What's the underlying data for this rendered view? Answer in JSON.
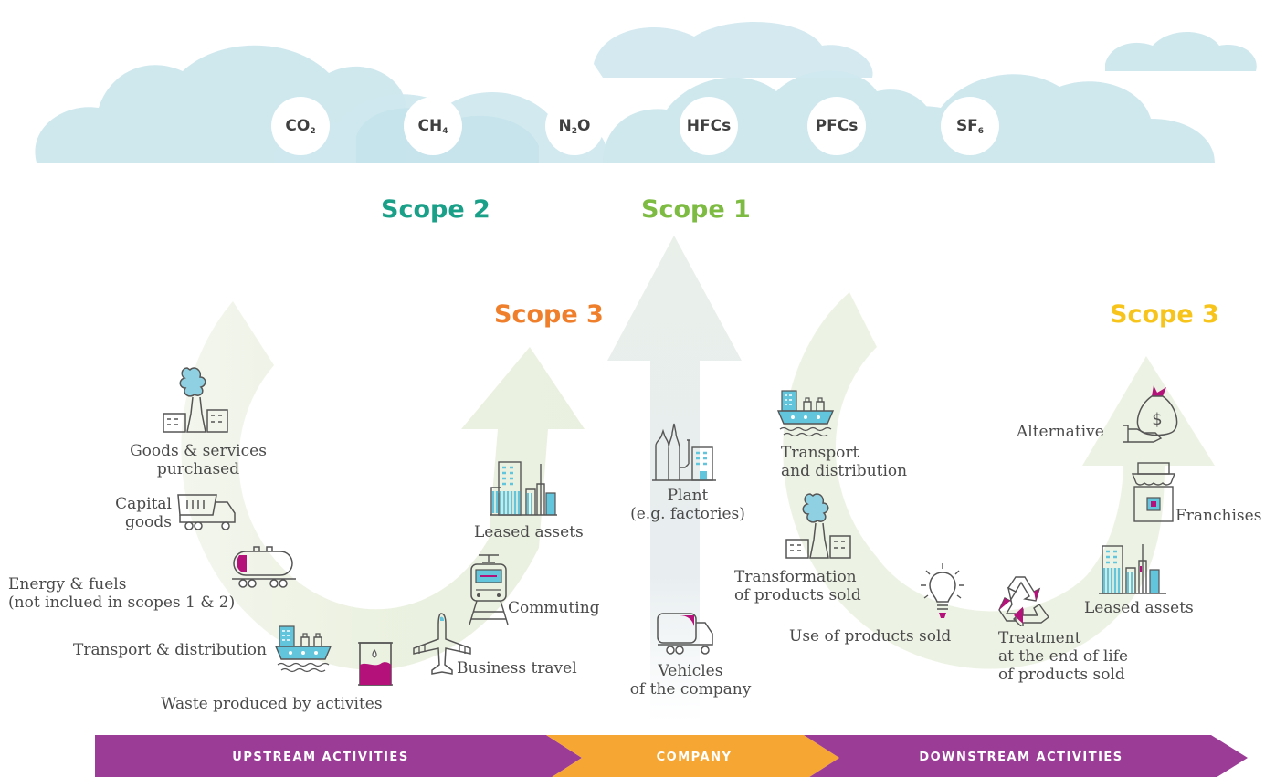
{
  "gases": {
    "co2": {
      "main": "CO",
      "sub": "2"
    },
    "ch4": {
      "main": "CH",
      "sub": "4"
    },
    "n2o": {
      "pre": "N",
      "sub": "2",
      "post": "O"
    },
    "hfcs": "HFCs",
    "pfcs": "PFCs",
    "sf6": {
      "main": "SF",
      "sub": "6"
    }
  },
  "scopes": {
    "scope2": "Scope 2",
    "scope1": "Scope 1",
    "scope3_upstream": "Scope 3",
    "scope3_downstream": "Scope 3"
  },
  "upstream": {
    "goods_services": [
      "Goods & services",
      "purchased"
    ],
    "capital_goods": [
      "Capital",
      "goods"
    ],
    "energy_fuels": [
      "Energy & fuels",
      "(not inclued in scopes 1 & 2)"
    ],
    "transport_distribution": "Transport & distribution",
    "waste": "Waste produced by activites",
    "business_travel": "Business travel",
    "commuting": "Commuting",
    "leased_assets": "Leased assets"
  },
  "company": {
    "plant": [
      "Plant",
      "(e.g. factories)"
    ],
    "vehicles": [
      "Vehicles",
      "of the company"
    ]
  },
  "downstream": {
    "transport_distribution": [
      "Transport",
      "and distribution"
    ],
    "transformation": [
      "Transformation",
      "of products sold"
    ],
    "use_products": "Use of products sold",
    "end_of_life": [
      "Treatment",
      "at the end of life",
      "of products sold"
    ],
    "leased_assets": "Leased assets",
    "franchises": "Franchises",
    "alternative": "Alternative"
  },
  "bands": {
    "upstream": "UPSTREAM ACTIVITIES",
    "company": "COMPANY",
    "downstream": "DOWNSTREAM ACTIVITIES"
  },
  "colors": {
    "cloud": "#cfe8ee",
    "scope1": "#7dbb42",
    "scope2": "#1aa089",
    "scope3_upstream": "#f07f2c",
    "scope3_downstream": "#f7c41c",
    "band_upstream": "#9b3d97",
    "band_company": "#f6a633",
    "band_downstream": "#9b3d97",
    "icon_blue": "#62c5dc",
    "icon_magenta": "#b5117a",
    "icon_line": "#555555",
    "arrow_tint": "#eef3e4"
  }
}
